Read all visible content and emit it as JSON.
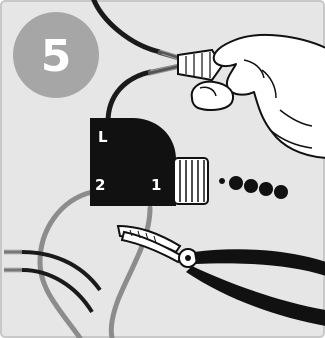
{
  "step": {
    "number": "5"
  },
  "terminal_block": {
    "label_top": "L",
    "label_left": "2",
    "label_right": "1"
  },
  "colors": {
    "background": "#e6e6e6",
    "frame": "#c8c8c8",
    "badge": "#a6a6a6",
    "cable": "#1a1a1a",
    "grey_wire": "#8c8c8c",
    "terminal_block": "#111111",
    "skin_fill": "#ffffff"
  },
  "icons": {
    "hand": "hand-icon",
    "wire_nut": "wire-nut-icon",
    "pliers": "pliers-icon"
  }
}
